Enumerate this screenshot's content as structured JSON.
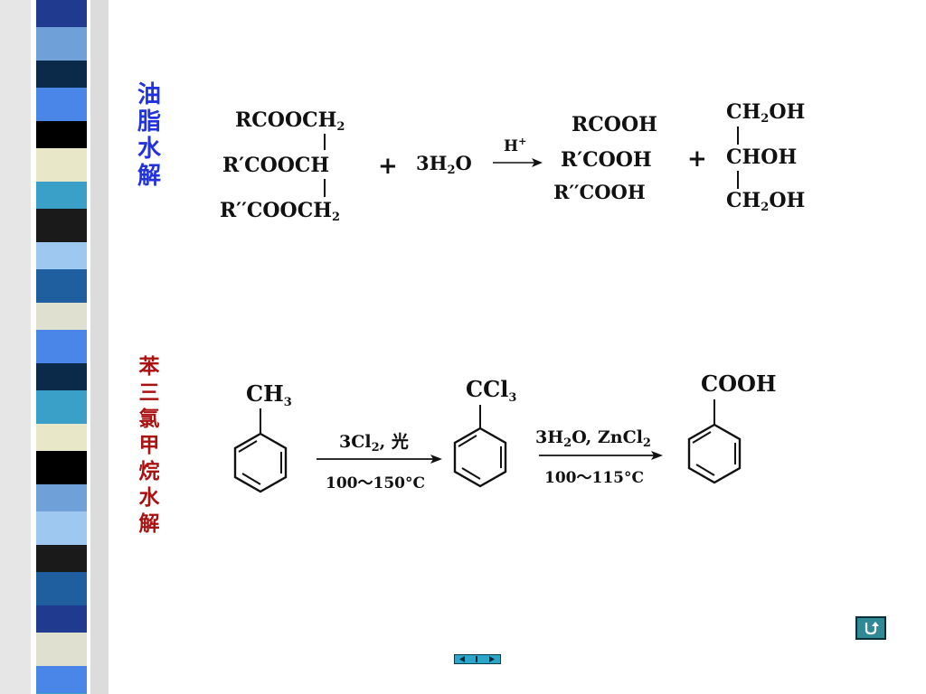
{
  "titles": {
    "fat_hydrolysis": "油脂水解",
    "benzotrichloride_hydrolysis": "苯三氯甲烷水解"
  },
  "reaction1": {
    "reactant_lines": [
      "RCOOCH",
      "R′COOCH",
      "R′′COOCH"
    ],
    "reactant_subscripts": [
      "2",
      "2"
    ],
    "plus": "+",
    "water_coeff": "3",
    "water_h": "H",
    "water_sub": "2",
    "water_o": "O",
    "catalyst": "H",
    "catalyst_charge": "+",
    "acids": [
      "RCOOH",
      "R′COOH",
      "R′′COOH"
    ],
    "glycerol": [
      "CH",
      "OH",
      "CHOH",
      "CH",
      "OH"
    ],
    "glycerol_sub": "2"
  },
  "reaction2": {
    "toluene_group": "CH",
    "toluene_sub": "3",
    "step1_reagent": "3Cl",
    "step1_reagent_sub": "2",
    "step1_reagent_tail": ", 光",
    "step1_condition": "100～150°C",
    "intermediate_group": "CCl",
    "intermediate_sub": "3",
    "step2_reagent_a": "3H",
    "step2_reagent_a_sub": "2",
    "step2_reagent_b": "O, ZnCl",
    "step2_reagent_b_sub": "2",
    "step2_condition": "100～115°C",
    "product_group": "COOH"
  },
  "colors": {
    "title1": "#2233dd",
    "title2": "#aa1111",
    "stripe": [
      "#1f3a8f",
      "#6fa0d8",
      "#0b2a4a",
      "#4a86e8",
      "#000000",
      "#e8e8c8",
      "#3aa0c8",
      "#1a1a1a",
      "#9fc8f0",
      "#1f5fa0",
      "#e0e0d0"
    ]
  },
  "icons": {
    "return": "u-turn-return-icon",
    "prev": "triangle-left-icon",
    "home": "bar-icon",
    "next": "triangle-right-icon"
  }
}
